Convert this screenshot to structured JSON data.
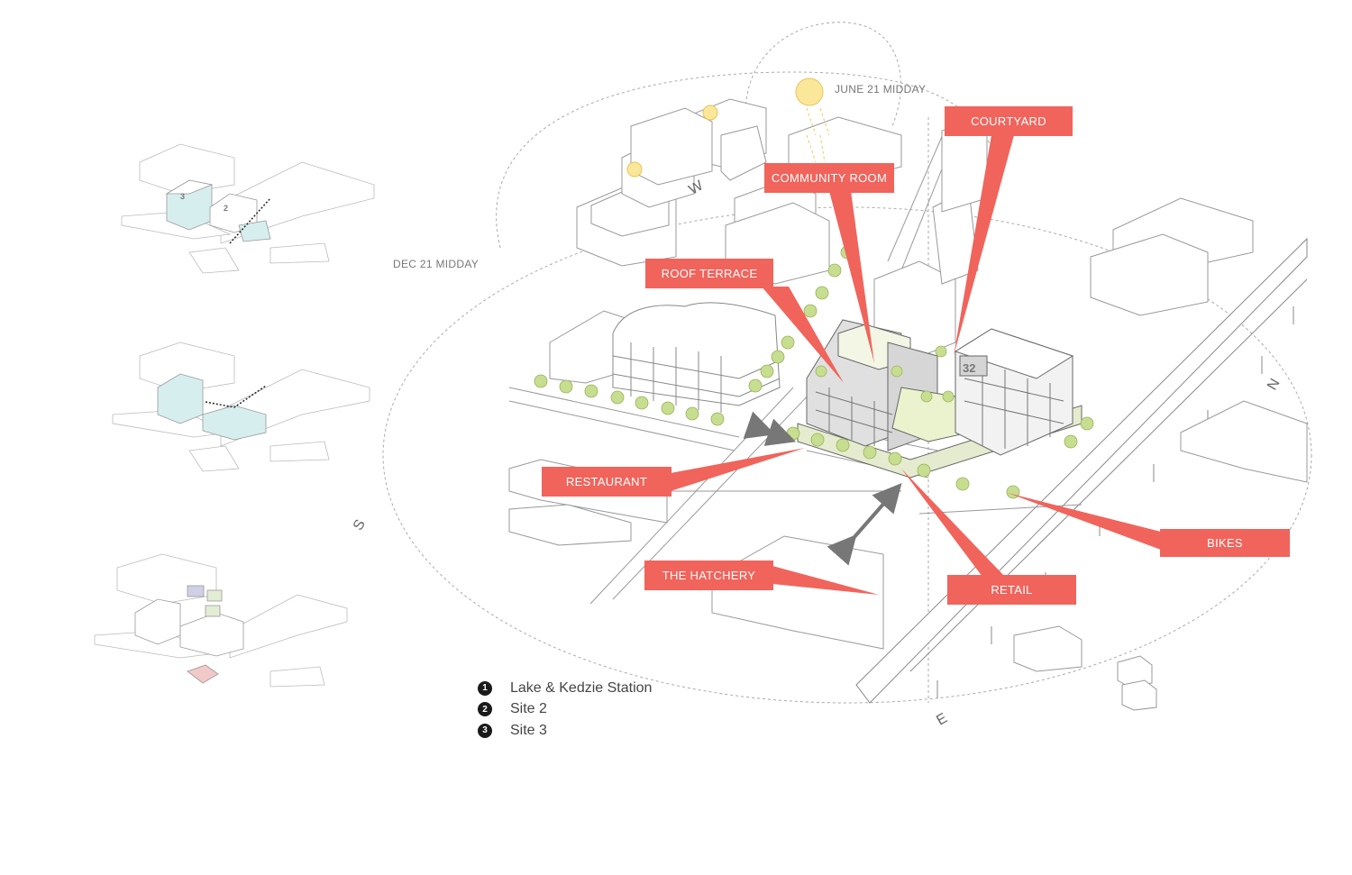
{
  "sun_labels": {
    "june": "JUNE 21 MIDDAY",
    "dec": "DEC 21 MIDDAY"
  },
  "compass": {
    "north": "N",
    "south": "S",
    "east": "E",
    "west": "W"
  },
  "callouts": [
    {
      "id": "courtyard",
      "label": "COURTYARD"
    },
    {
      "id": "community-room",
      "label": "COMMUNITY ROOM"
    },
    {
      "id": "roof-terrace",
      "label": "ROOF TERRACE"
    },
    {
      "id": "restaurant",
      "label": "RESTAURANT"
    },
    {
      "id": "the-hatchery",
      "label": "THE HATCHERY"
    },
    {
      "id": "retail",
      "label": "RETAIL"
    },
    {
      "id": "bikes",
      "label": "BIKES"
    }
  ],
  "legend": [
    {
      "num": "1",
      "text": "Lake & Kedzie Station"
    },
    {
      "num": "2",
      "text": "Site 2"
    },
    {
      "num": "3",
      "text": "Site 3"
    }
  ],
  "building_numbers": {
    "main": "32",
    "site3": "3",
    "site2": "2"
  },
  "colors": {
    "callout": "#f0645c",
    "tree": "#c7dd8f",
    "courtyard_green": "#e8f2c9",
    "sun": "#fbe79a",
    "site_blue": "#d7eeef",
    "site_pink": "#f2c9c9"
  }
}
